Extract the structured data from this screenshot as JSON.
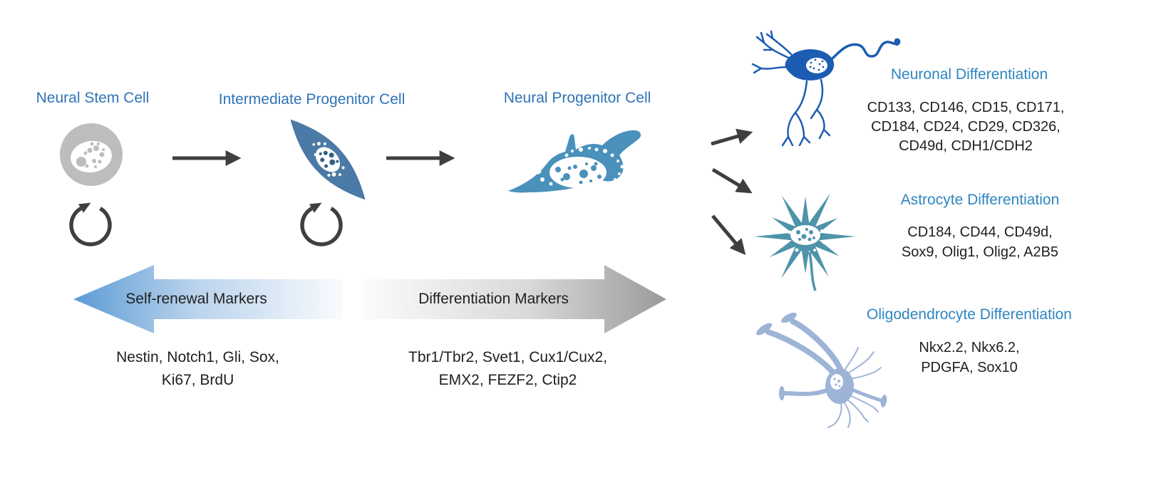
{
  "stages": [
    {
      "label": "Neural Stem Cell"
    },
    {
      "label": "Intermediate Progenitor Cell"
    },
    {
      "label": "Neural Progenitor Cell"
    }
  ],
  "self_renewal": {
    "arrow_label": "Self-renewal Markers",
    "marker_lines": [
      "Nestin, Notch1, Gli, Sox,",
      "Ki67, BrdU"
    ]
  },
  "differentiation": {
    "arrow_label": "Differentiation Markers",
    "marker_lines": [
      "Tbr1/Tbr2, Svet1, Cux1/Cux2,",
      "EMX2, FEZF2, Ctip2"
    ]
  },
  "lineages": [
    {
      "title": "Neuronal Differentiation",
      "marker_lines": [
        "CD133, CD146, CD15, CD171,",
        "CD184, CD24, CD29, CD326,",
        "CD49d, CDH1/CDH2"
      ]
    },
    {
      "title": "Astrocyte Differentiation",
      "marker_lines": [
        "CD184, CD44, CD49d,",
        "Sox9, Olig1, Olig2, A2B5"
      ]
    },
    {
      "title": "Oligodendrocyte Differentiation",
      "marker_lines": [
        "Nkx2.2, Nkx6.2,",
        "PDGFA, Sox10"
      ]
    }
  ],
  "icons": {
    "self_renewal_loop": "circular-clockwise-arrow",
    "stage_progression": "right-arrow",
    "lineage_branch": "diagonal-arrow",
    "self_renewal_block_arrow": "left-block-arrow-blue-gradient",
    "differentiation_block_arrow": "right-block-arrow-gray-gradient"
  },
  "colors": {
    "stage_title": "#2E74B5",
    "lineage_title": "#2E86C1",
    "body_text": "#1f1f1f",
    "arrow_dark": "#3F3F3F",
    "nsc_gray": "#BDBDBD",
    "ipc_blue": "#4A7AA5",
    "npc_blue": "#4A91BC",
    "neuron_blue": "#1C5CB3",
    "astrocyte_teal": "#4E93AB",
    "oligo_blue": "#9DB4D6",
    "renewal_arrow_dark_end": "#5B9BD5",
    "renewal_arrow_light_end": "#F8FBFE",
    "diff_arrow_light_end": "#FCFCFC",
    "diff_arrow_dark_end": "#9A9A9A"
  }
}
